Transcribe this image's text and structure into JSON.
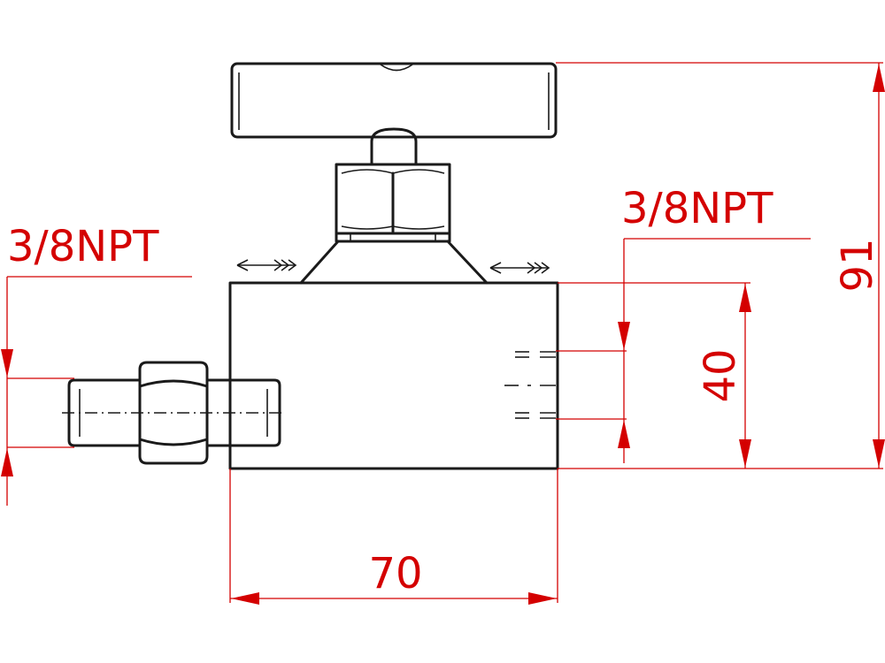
{
  "dimensions": {
    "height_total": "91",
    "body_height": "40",
    "body_width": "70"
  },
  "threads": {
    "left_port": "3/8NPT",
    "right_port": "3/8NPT"
  },
  "colors": {
    "dimension": "#d40000",
    "object": "#1a1a1a"
  }
}
